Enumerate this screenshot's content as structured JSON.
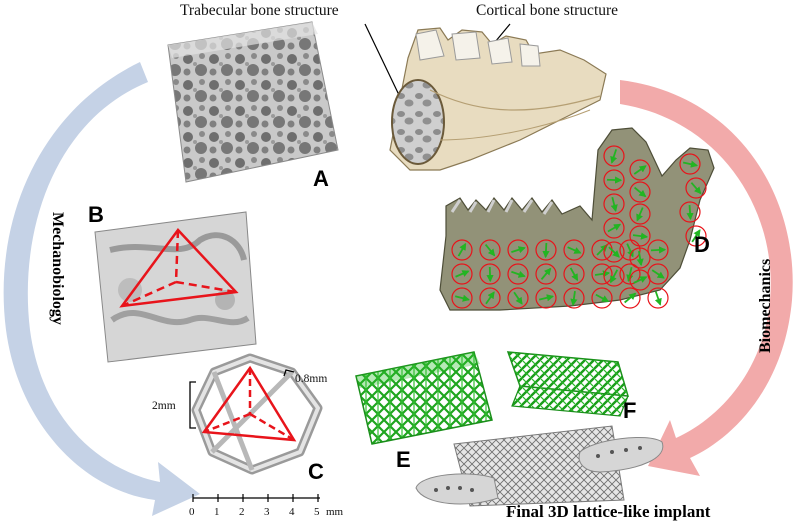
{
  "callouts": {
    "trabecular": "Trabecular bone structure",
    "cortical": "Cortical bone structure"
  },
  "side_labels": {
    "left": "Mechanobiology",
    "right": "Biomechanics"
  },
  "panels": {
    "a": "A",
    "b": "B",
    "c": "C",
    "d": "D",
    "e": "E",
    "f": "F"
  },
  "dimensions": {
    "height": "2mm",
    "strut": "0.8mm"
  },
  "scale_bar": {
    "ticks": [
      "0",
      "1",
      "2",
      "3",
      "4",
      "5"
    ],
    "unit": "mm"
  },
  "bottom_title": "Final 3D lattice-like implant",
  "colors": {
    "left_arrow": "#c5d2e6",
    "right_arrow": "#f2aaaa",
    "red": "#e8141b",
    "green": "#22b522",
    "bone_fill": "#d9d9d9",
    "mandible_fill": "#7a7a5a"
  }
}
